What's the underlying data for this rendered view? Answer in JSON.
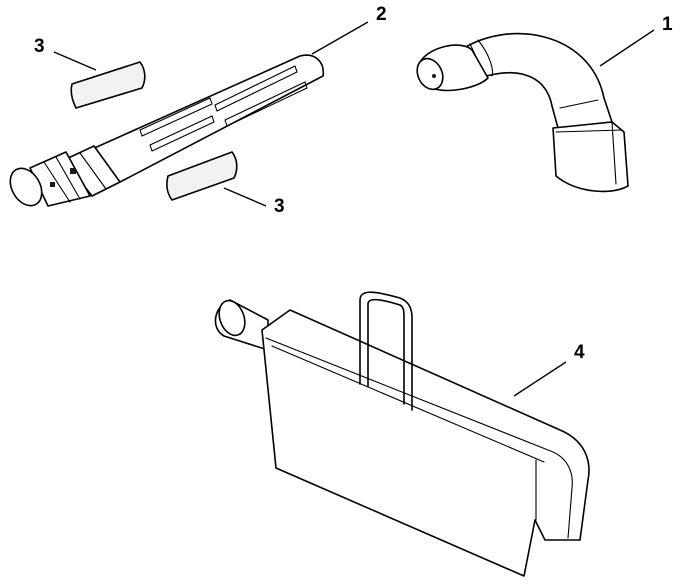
{
  "diagram": {
    "callouts": [
      {
        "id": "part-1",
        "label": "1"
      },
      {
        "id": "part-2",
        "label": "2"
      },
      {
        "id": "part-3a",
        "label": "3"
      },
      {
        "id": "part-3b",
        "label": "3"
      },
      {
        "id": "part-4",
        "label": "4"
      }
    ],
    "parts": {
      "p1": "curved-hose-elbow",
      "p2": "telescopic-wand-tube",
      "p3": "adhesive-strip",
      "p4": "crevice-nozzle-with-handle"
    }
  }
}
